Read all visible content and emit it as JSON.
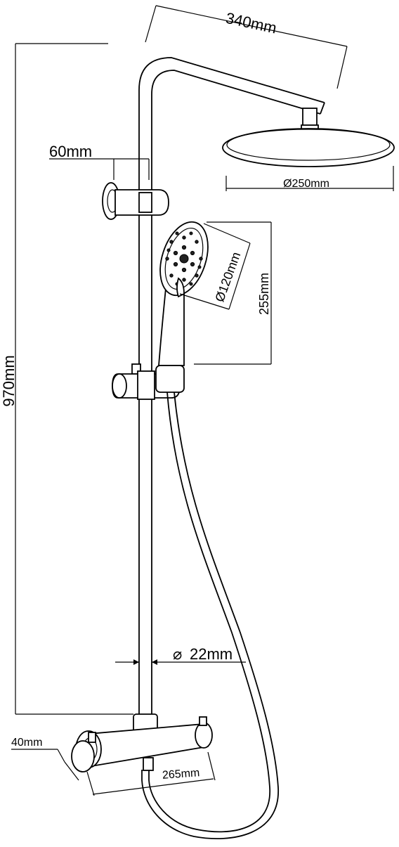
{
  "dimensions": {
    "arm_length": "340mm",
    "bracket_offset": "60mm",
    "head_diameter": "Ø250mm",
    "hand_diameter": "Ø120mm",
    "hand_length": "255mm",
    "total_height": "970mm",
    "pipe_prefix": "⌀",
    "pipe_diameter": "22mm",
    "mixer_wall": "40mm",
    "mixer_width": "265mm"
  }
}
